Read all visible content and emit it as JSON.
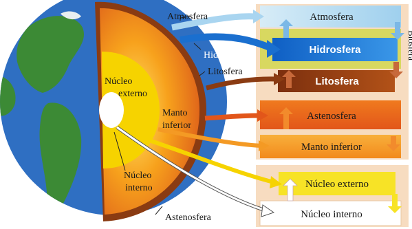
{
  "labels": {
    "atmosfera": "Atmosfera",
    "hidrosfera": "Hidrosfera",
    "litosfera": "Litosfera",
    "nucleo_externo_line1": "Núcleo",
    "nucleo_externo_line2": "externo",
    "manto_inferior_line1": "Manto",
    "manto_inferior_line2": "inferior",
    "nucleo_interno_line1": "Núcleo",
    "nucleo_interno_line2": "interno",
    "astenosfera": "Astenosfera"
  },
  "boxes": {
    "atmosfera": "Atmosfera",
    "hidrosfera": "Hidrosfera",
    "biosfera": "Biosfera",
    "litosfera": "Litosfera",
    "astenosfera": "Astenosfera",
    "manto_inferior": "Manto inferior",
    "nucleo_externo": "Núcleo externo",
    "nucleo_interno": "Núcleo interno"
  },
  "colors": {
    "ocean": "#2f6fc2",
    "land": "#3c8a35",
    "crust": "#8a3b12",
    "mantle": "#e0641a",
    "outer_core": "#f6d300",
    "inner_core": "#ffffff",
    "atmosphere_box": "#b9dcf0",
    "hydrosphere_box": "#1a6fcf",
    "lithosphere_box": "#9a3f14",
    "asthenosphere_box": "#e8621a",
    "lower_mantle_box": "#f49a24",
    "outer_core_box": "#f7e326",
    "biosphere_band": "#d8d860",
    "panel_bg": "#f7dcc0"
  }
}
